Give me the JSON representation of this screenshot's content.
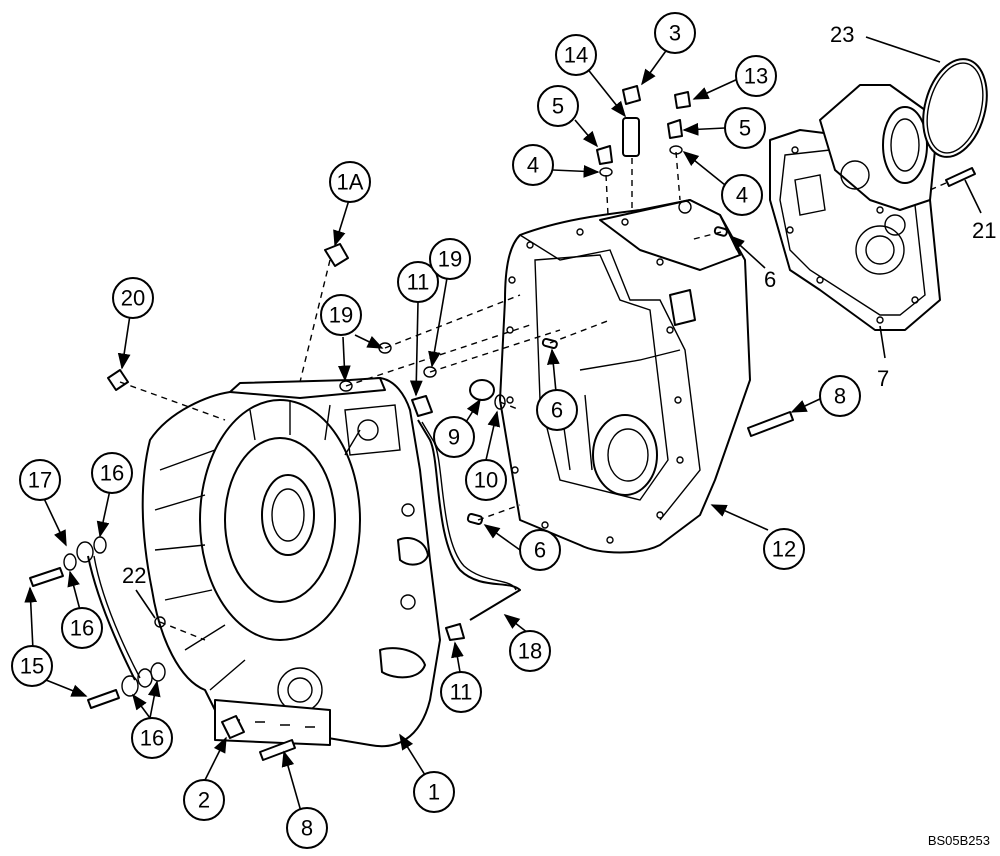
{
  "reference_code": "BS05B253",
  "callouts": [
    {
      "id": "c1",
      "label": "1"
    },
    {
      "id": "c1a",
      "label": "1A"
    },
    {
      "id": "c2",
      "label": "2"
    },
    {
      "id": "c3",
      "label": "3"
    },
    {
      "id": "c4a",
      "label": "4"
    },
    {
      "id": "c4b",
      "label": "4"
    },
    {
      "id": "c5a",
      "label": "5"
    },
    {
      "id": "c5b",
      "label": "5"
    },
    {
      "id": "c6a",
      "label": "6"
    },
    {
      "id": "c6b",
      "label": "6"
    },
    {
      "id": "c6c",
      "label": "6"
    },
    {
      "id": "c7",
      "label": "7"
    },
    {
      "id": "c8a",
      "label": "8"
    },
    {
      "id": "c8b",
      "label": "8"
    },
    {
      "id": "c9",
      "label": "9"
    },
    {
      "id": "c10",
      "label": "10"
    },
    {
      "id": "c11a",
      "label": "11"
    },
    {
      "id": "c11b",
      "label": "11"
    },
    {
      "id": "c12",
      "label": "12"
    },
    {
      "id": "c13",
      "label": "13"
    },
    {
      "id": "c14",
      "label": "14"
    },
    {
      "id": "c15",
      "label": "15"
    },
    {
      "id": "c16a",
      "label": "16"
    },
    {
      "id": "c16b",
      "label": "16"
    },
    {
      "id": "c16c",
      "label": "16"
    },
    {
      "id": "c17",
      "label": "17"
    },
    {
      "id": "c18",
      "label": "18"
    },
    {
      "id": "c19a",
      "label": "19"
    },
    {
      "id": "c19b",
      "label": "19"
    },
    {
      "id": "c20",
      "label": "20"
    },
    {
      "id": "c21",
      "label": "21"
    },
    {
      "id": "c22",
      "label": "22"
    },
    {
      "id": "c23",
      "label": "23"
    }
  ]
}
